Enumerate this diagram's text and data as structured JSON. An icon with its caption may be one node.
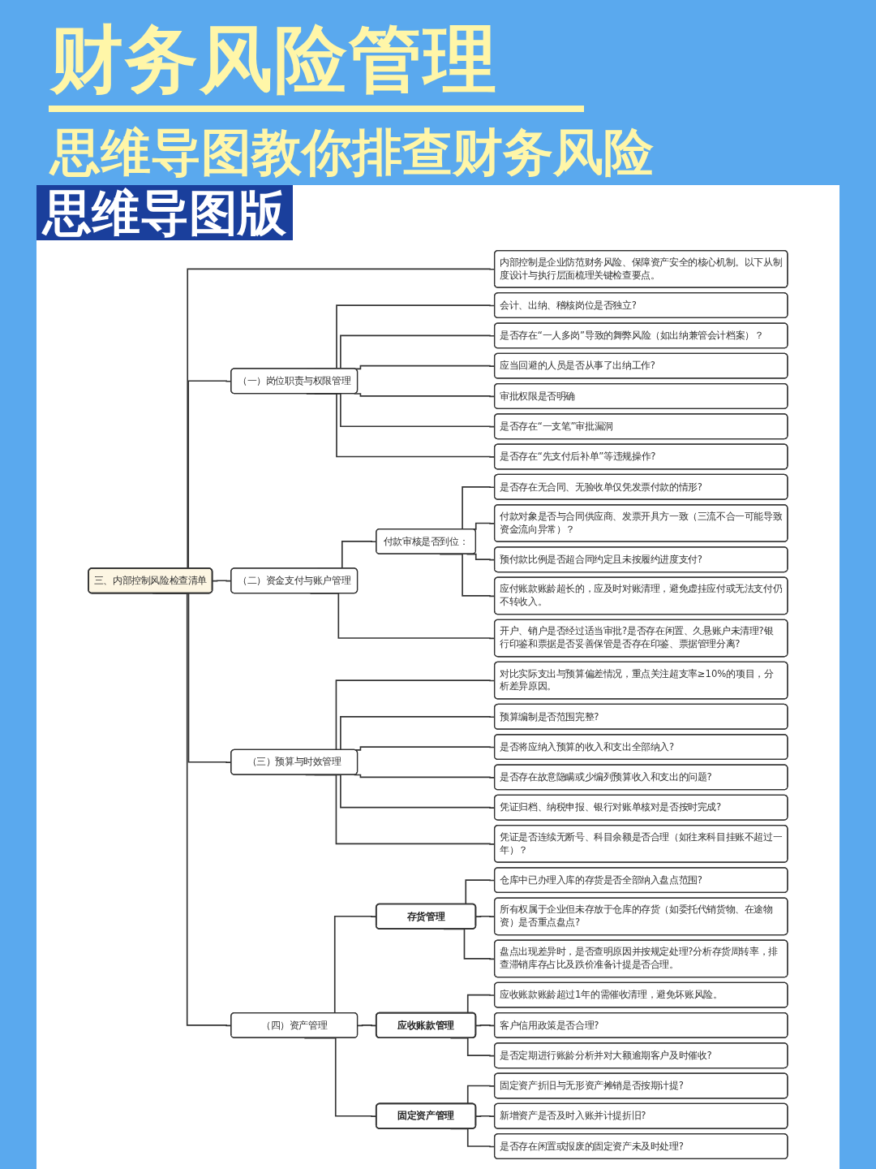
{
  "diagram": {
    "title": "财务风险管理",
    "nodes": [
      {
        "text": [
          "三、内部控制风险检查清单"
        ]
      },
      {
        "text": [
          "内部控制是企业防范财务风险、保障资产安全的核心机制。以下从制度设计与执行层面梳理关键检查要点。"
        ]
      },
      {
        "text": [
          "（一）岗位职责与权限管理"
        ]
      },
      {
        "text": [
          "会计、出纳、稽核岗位是否独立?"
        ]
      },
      {
        "text": [
          "是否存在“一人多岗”导致的舞弊风险（如出纳兼管会计档案）？"
        ]
      },
      {
        "text": [
          "应当回避的人员是否从事了出纳工作?"
        ]
      },
      {
        "text": [
          "审批权限是否明确"
        ]
      },
      {
        "text": [
          "是否存在“一支笔”审批漏洞"
        ]
      },
      {
        "text": [
          "是否存在“先支付后补单”等违规操作?"
        ]
      },
      {
        "text": [
          "（二）资金支付与账户管理"
        ]
      },
      {
        "text": [
          "付款审核是否到位："
        ]
      },
      {
        "text": [
          "是否存在无合同、无验收单仅凭发票付款的情形?"
        ]
      },
      {
        "text": [
          "付款对象是否与合同供应商、发票开具方一致（三流不合一可能导致资金流向异常）？"
        ]
      },
      {
        "text": [
          "预付款比例是否超合同约定且未按履约进度支付?"
        ]
      },
      {
        "text": [
          "应付账款账龄超长的，应及时对账清理，避免虚挂应付或无法支付仍不转收入。"
        ]
      },
      {
        "text": [
          "开户、销户是否经过适当审批?是否存在闲置、久悬账户未清理?银行印鉴和票据是否妥善保管是否存在印鉴、票据管理分离?"
        ]
      },
      {
        "text": [
          "（三）预算与时效管理"
        ]
      },
      {
        "text": [
          "对比实际支出与预算偏差情况，重点关注超支率≥10%的项目，分析差异原因。"
        ]
      },
      {
        "text": [
          "预算编制是否范围完整?"
        ]
      },
      {
        "text": [
          "是否将应纳入预算的收入和支出全部纳入?"
        ]
      },
      {
        "text": [
          "是否存在故意隐瞒或少编列预算收入和支出的问题?"
        ]
      },
      {
        "text": [
          "凭证归档、纳税申报、银行对账单核对是否按时完成?"
        ]
      },
      {
        "text": [
          "凭证是否连续无断号、科目余额是否合理（如往来科目挂账不超过一年）？"
        ]
      },
      {
        "text": [
          "（四）资产管理"
        ]
      },
      {
        "text": [
          "存货管理"
        ]
      },
      {
        "text": [
          "仓库中已办理入库的存货是否全部纳入盘点范围?"
        ]
      },
      {
        "text": [
          "所有权属于企业但未存放于仓库的存货（如委托代销货物、在途物资）是否重点盘点?"
        ]
      },
      {
        "text": [
          "盘点出现差异时，是否查明原因并按规定处理?分析存货周转率，排查滞销库存占比及跌价准备计提是否合理。"
        ]
      },
      {
        "text": [
          "应收账款管理"
        ]
      },
      {
        "text": [
          "应收账款账龄超过1年的需催收清理，避免坏账风险。"
        ]
      },
      {
        "text": [
          "客户信用政策是否合理?"
        ]
      },
      {
        "text": [
          "是否定期进行账龄分析并对大额逾期客户及时催收?"
        ]
      },
      {
        "text": [
          "固定资产管理"
        ]
      },
      {
        "text": [
          "固定资产折旧与无形资产摊销是否按期计提?"
        ]
      },
      {
        "text": [
          "新增资产是否及时入账并计提折旧?"
        ]
      },
      {
        "text": [
          "是否存在闲置或报废的固定资产未及时处理?"
        ]
      }
    ],
    "edges": [
      {
        "from": 0,
        "to": 1,
        "arrow": "none"
      },
      {
        "from": 0,
        "to": 2,
        "arrow": "none"
      },
      {
        "from": 2,
        "to": 3,
        "arrow": "none"
      },
      {
        "from": 2,
        "to": 4,
        "arrow": "none"
      },
      {
        "from": 2,
        "to": 5,
        "arrow": "none"
      },
      {
        "from": 2,
        "to": 6,
        "arrow": "none"
      },
      {
        "from": 2,
        "to": 7,
        "arrow": "none"
      },
      {
        "from": 2,
        "to": 8,
        "arrow": "none"
      },
      {
        "from": 0,
        "to": 9,
        "arrow": "none"
      },
      {
        "from": 9,
        "to": 10,
        "arrow": "none"
      },
      {
        "from": 10,
        "to": 11,
        "arrow": "none"
      },
      {
        "from": 10,
        "to": 12,
        "arrow": "none"
      },
      {
        "from": 10,
        "to": 13,
        "arrow": "none"
      },
      {
        "from": 10,
        "to": 14,
        "arrow": "none"
      },
      {
        "from": 9,
        "to": 15,
        "arrow": "none"
      },
      {
        "from": 0,
        "to": 16,
        "arrow": "none"
      },
      {
        "from": 16,
        "to": 17,
        "arrow": "none"
      },
      {
        "from": 16,
        "to": 18,
        "arrow": "none"
      },
      {
        "from": 16,
        "to": 19,
        "arrow": "none"
      },
      {
        "from": 16,
        "to": 20,
        "arrow": "none"
      },
      {
        "from": 16,
        "to": 21,
        "arrow": "none"
      },
      {
        "from": 16,
        "to": 22,
        "arrow": "none"
      },
      {
        "from": 0,
        "to": 23,
        "arrow": "none"
      },
      {
        "from": 23,
        "to": 24,
        "arrow": "none"
      },
      {
        "from": 24,
        "to": 25,
        "arrow": "none"
      },
      {
        "from": 24,
        "to": 26,
        "arrow": "none"
      },
      {
        "from": 24,
        "to": 27,
        "arrow": "none"
      },
      {
        "from": 23,
        "to": 28,
        "arrow": "none"
      },
      {
        "from": 28,
        "to": 29,
        "arrow": "none"
      },
      {
        "from": 28,
        "to": 30,
        "arrow": "none"
      },
      {
        "from": 28,
        "to": 31,
        "arrow": "none"
      },
      {
        "from": 23,
        "to": 32,
        "arrow": "none"
      },
      {
        "from": 32,
        "to": 33,
        "arrow": "none"
      },
      {
        "from": 32,
        "to": 34,
        "arrow": "none"
      },
      {
        "from": 32,
        "to": 35,
        "arrow": "none"
      }
    ],
    "labels": [
      "思维导图教你排查财务风险",
      "思维导图版"
    ]
  }
}
